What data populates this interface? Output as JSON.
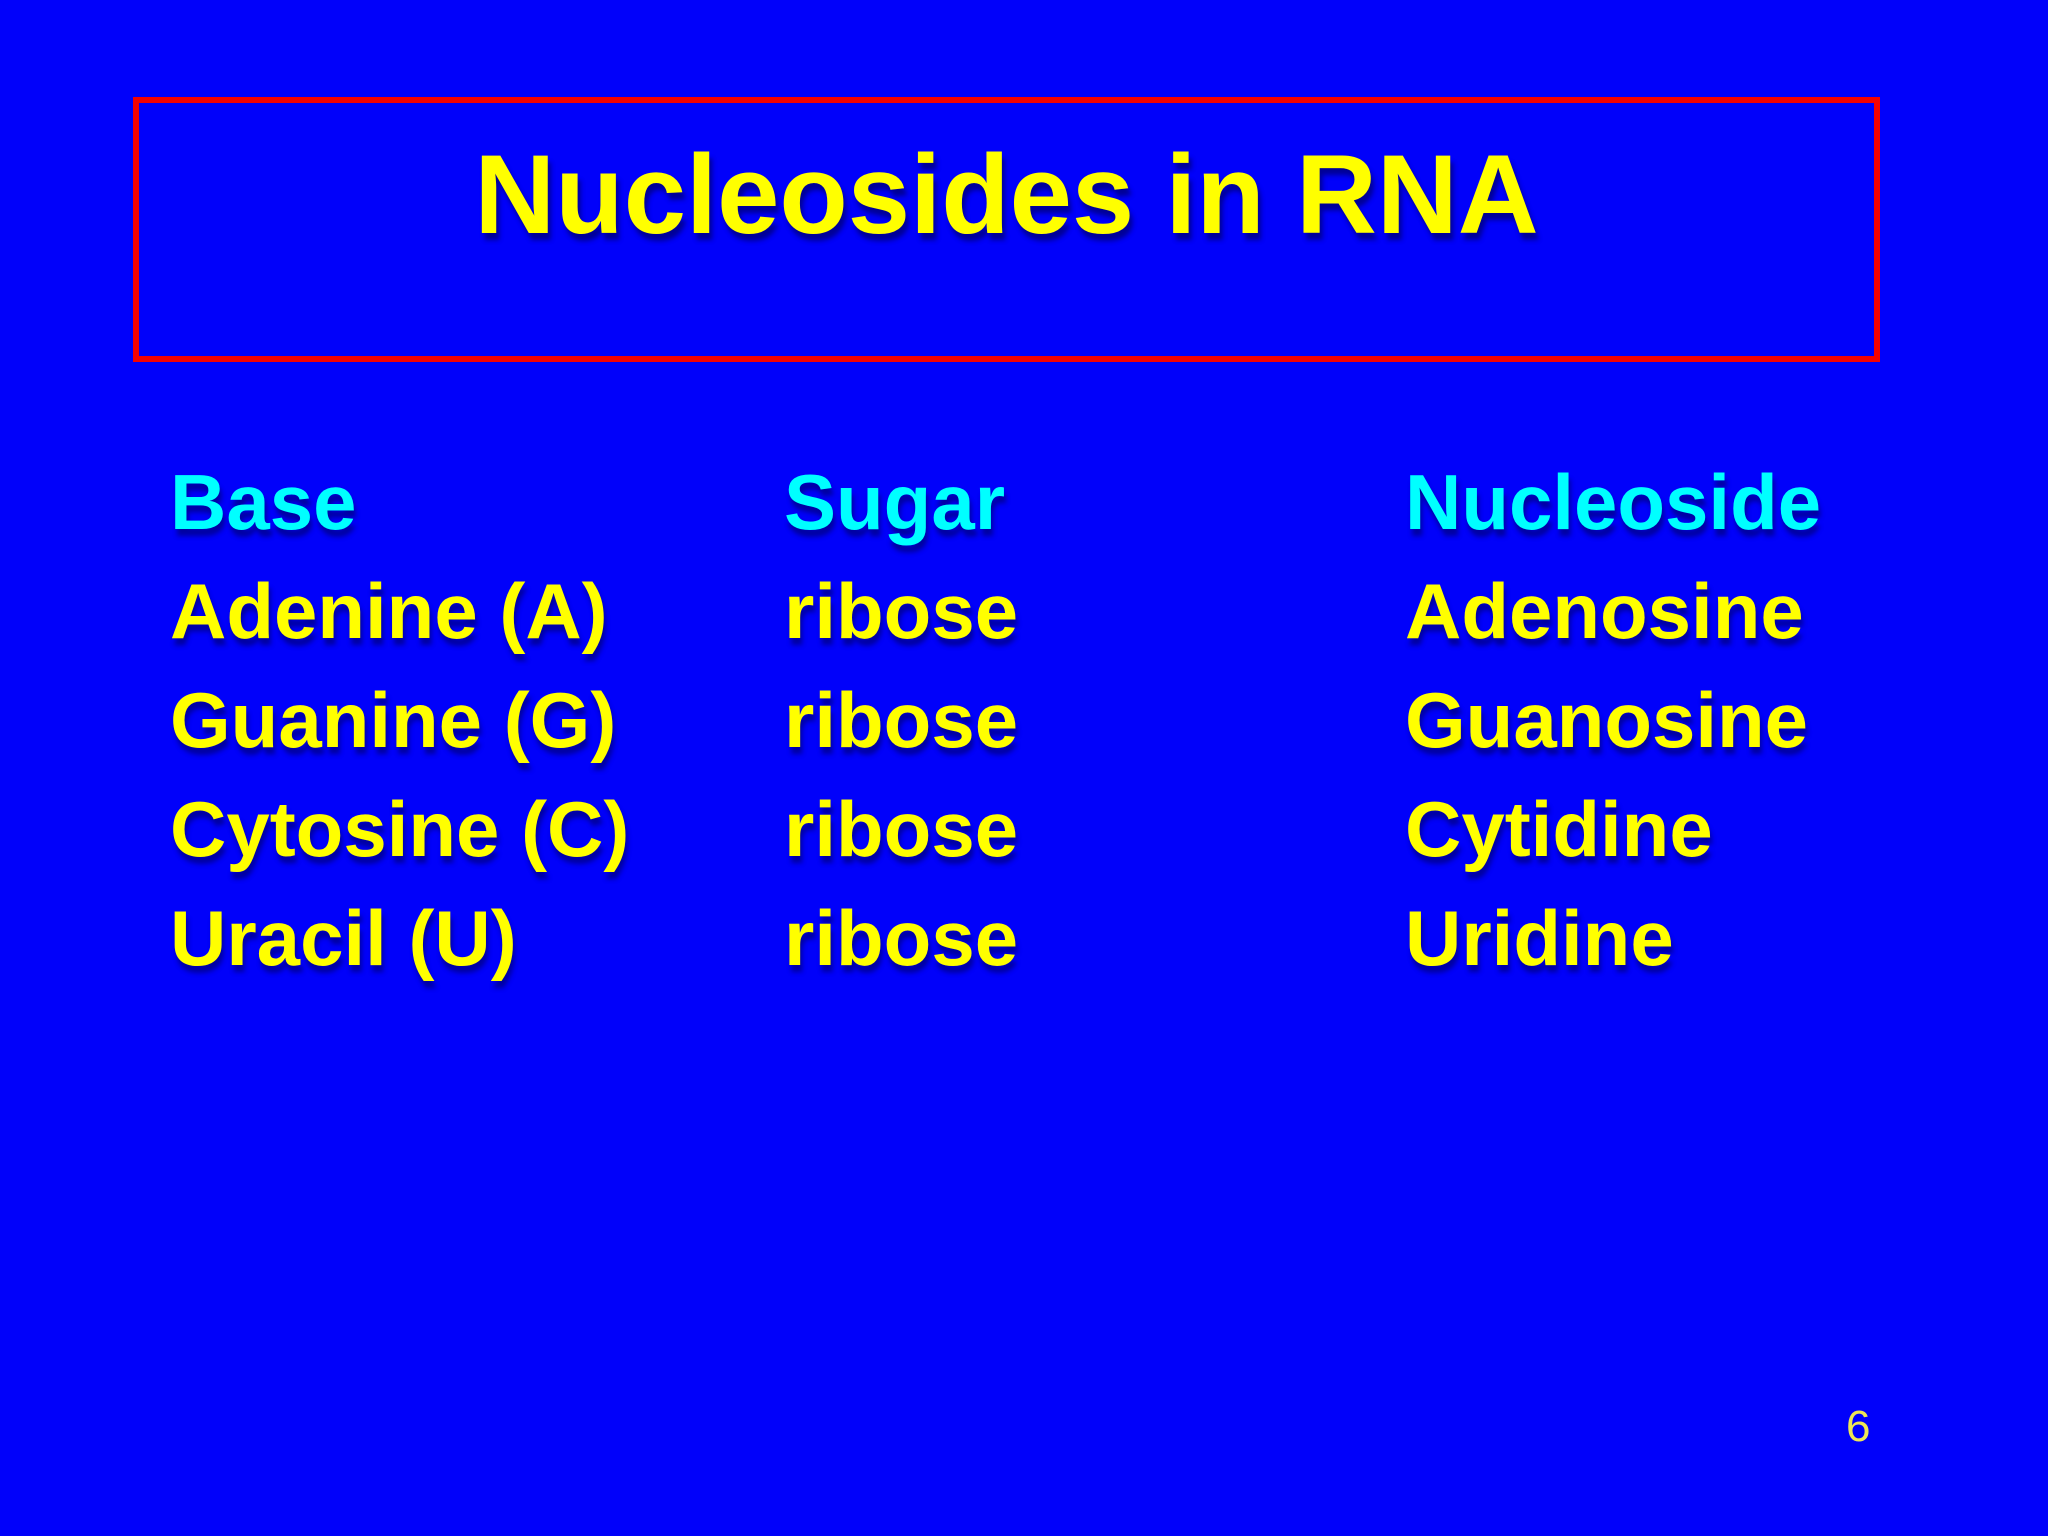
{
  "colors": {
    "bg": "#0101FA",
    "title-yellow": "#FFFF00",
    "row-yellow": "#FFFF00",
    "header-cyan": "#00FFFF",
    "box-red": "#F40101",
    "page-yellow": "#EDE755"
  },
  "title": {
    "text": "Nucleosides in RNA"
  },
  "table": {
    "headers": [
      "Base",
      "Sugar",
      "Nucleoside"
    ],
    "rows": [
      [
        "Adenine (A)",
        "ribose",
        "Adenosine"
      ],
      [
        "Guanine (G)",
        "ribose",
        "Guanosine"
      ],
      [
        "Cytosine (C)",
        "ribose",
        "Cytidine"
      ],
      [
        "Uracil (U)",
        "ribose",
        "Uridine"
      ]
    ]
  },
  "footer": {
    "page_number": "6"
  }
}
